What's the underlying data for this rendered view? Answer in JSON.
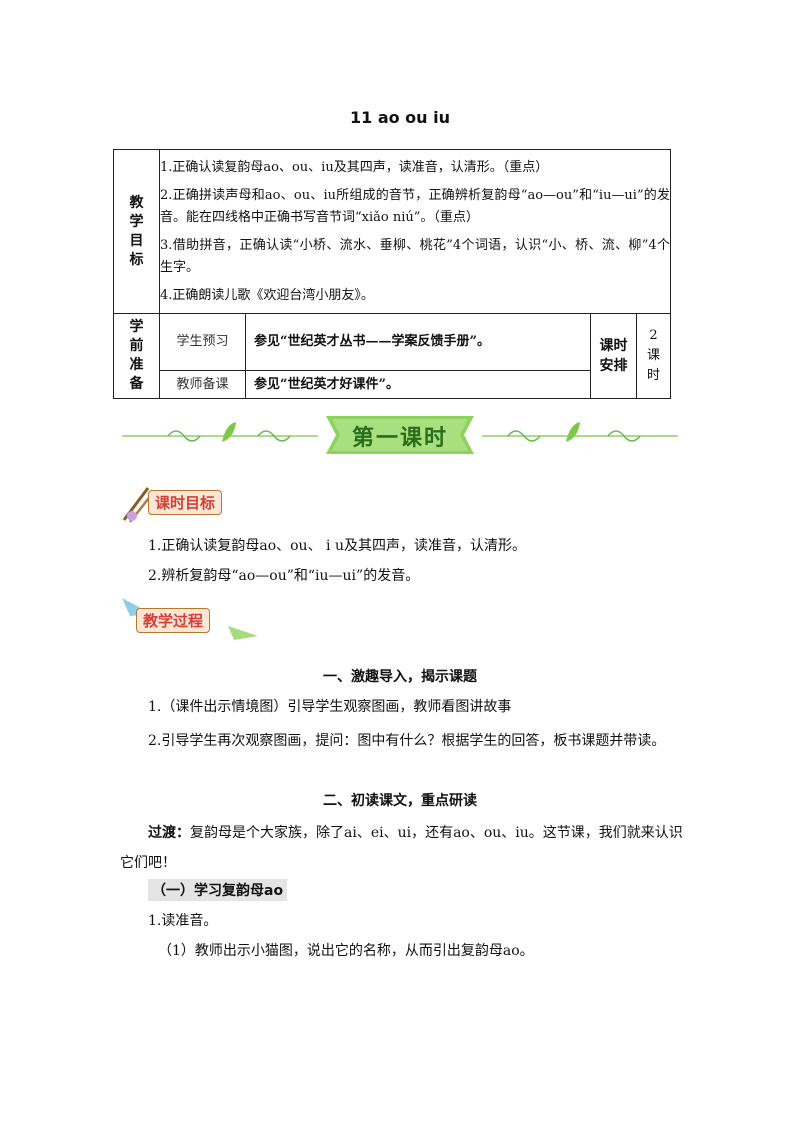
{
  "title": "11 ao ou iu",
  "table": {
    "goal_header": "教学目标",
    "goals": [
      "1.正确认读复韵母ao、ou、iu及其四声，读准音，认清形。（重点）",
      "2.正确拼读声母和ao、ou、iu所组成的音节，正确辨析复韵母“ao—ou”和“iu—ui”的发音。能在四线格中正确书写音节词“xiǎo niú”。（重点）",
      "3.借助拼音，正确认读“小桥、流水、垂柳、桃花”4个词语，认识“小、桥、流、柳”4个生字。",
      "4.正确朗读儿歌《欢迎台湾小朋友》。"
    ],
    "prep_header": "学前准备",
    "student_label": "学生预习",
    "student_value": "参见“世纪英才丛书——学案反馈手册”。",
    "teacher_label": "教师备课",
    "teacher_value": "参见“世纪英才好课件”。",
    "schedule_label": "课时安排",
    "hours": "2课时"
  },
  "banner": {
    "text": "第一课时"
  },
  "badges": {
    "objectives": "课时目标",
    "process": "教学过程"
  },
  "objectives": [
    "1.正确认读复韵母ao、ou、 i u及其四声，读准音，认清形。",
    "2.辨析复韵母“ao—ou”和“iu—ui”的发音。"
  ],
  "section1": {
    "heading": "一、激趣导入，揭示课题",
    "items": [
      "1.（课件出示情境图）引导学生观察图画，教师看图讲故事",
      "2.引导学生再次观察图画，提问：图中有什么？根据学生的回答，板书课题并带读。"
    ]
  },
  "section2": {
    "heading": "二、初读课文，重点研读",
    "transition_label": "过渡：",
    "transition_text": "复韵母是个大家族，除了ai、ei、ui，还有ao、ou、iu。这节课，我们就来认识它们吧！",
    "sub_heading": "（一）学习复韵母ao",
    "step": "1.读准音。",
    "step_detail": "（1）教师出示小猫图，说出它的名称，从而引出复韵母ao。"
  },
  "colors": {
    "banner_green": "#7cc84a",
    "badge_red": "#d2403a",
    "badge_bg": "#fde6d3"
  }
}
